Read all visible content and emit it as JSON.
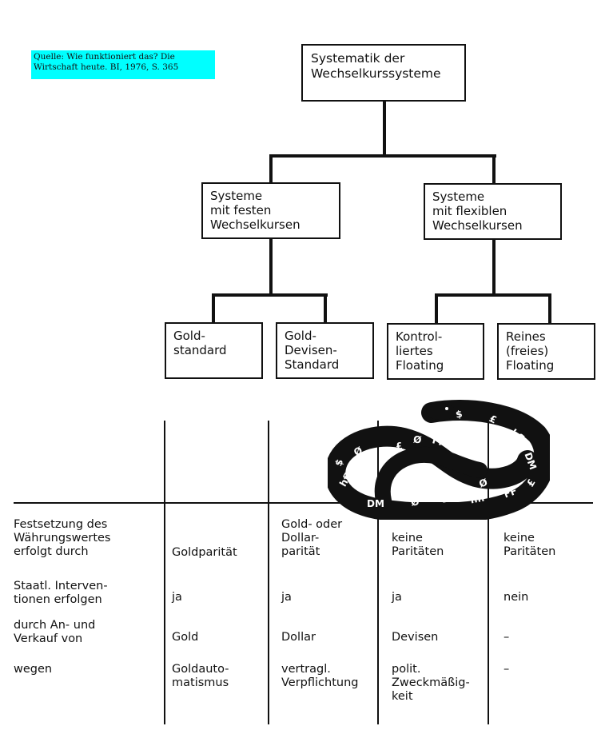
{
  "source_note": "Quelle: Wie funktioniert das? Die Wirtschaft heute. BI, 1976, S. 365",
  "tree": {
    "root": "Systematik der\nWechselkurssysteme",
    "fixed": "Systeme\nmit festen\nWechselkursen",
    "flexible": "Systeme\nmit flexiblen\nWechselkursen",
    "gold_standard": "Gold-\nstandard",
    "gold_exchange_standard": "Gold-\nDevisen-\nStandard",
    "controlled_floating": "Kontrol-\nliertes\nFloating",
    "pure_floating": "Reines\n(freies)\nFloating"
  },
  "table": {
    "rows": [
      {
        "label": "Festsetzung des\nWährungswertes\nerfolgt durch",
        "cells": [
          "Goldparität",
          "Gold- oder\nDollar-\nparität",
          "keine\nParitäten",
          "keine\nParitäten"
        ]
      },
      {
        "label": "Staatl. Interven-\ntionen erfolgen",
        "cells": [
          "ja",
          "ja",
          "ja",
          "nein"
        ]
      },
      {
        "label": "durch An- und\nVerkauf von",
        "cells": [
          "Gold",
          "Dollar",
          "Devisen",
          "–"
        ]
      },
      {
        "label": "wegen",
        "cells": [
          "Goldauto-\nmatismus",
          "vertragl.\nVerpflichtung",
          "polit.\nZweckmäßig-\nkeit",
          "–"
        ]
      }
    ]
  },
  "snake_symbols": [
    "$",
    "£",
    "hfl",
    "DM",
    "FF",
    "Ø",
    "£",
    "$",
    "Ø",
    "£",
    "hfl",
    "Ø",
    "$",
    "DM",
    "Ø",
    "£",
    "hfl",
    "FF"
  ]
}
